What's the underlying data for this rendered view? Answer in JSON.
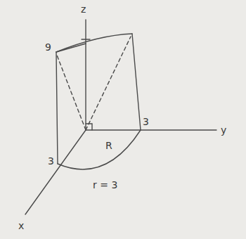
{
  "diagram": {
    "labels": [
      "z",
      "9",
      "3",
      "y",
      "R",
      "3",
      "r = 3",
      "x"
    ]
  }
}
